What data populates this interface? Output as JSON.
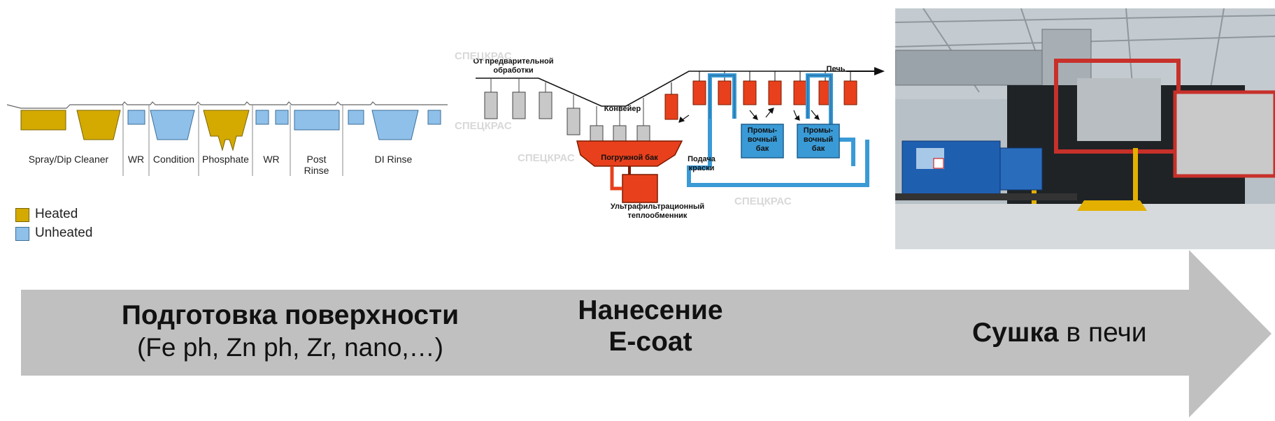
{
  "pretreatment": {
    "stages": [
      {
        "label": "Spray/Dip Cleaner",
        "lines": [
          "Spray/Dip Cleaner"
        ]
      },
      {
        "label": "WR",
        "lines": [
          "WR"
        ]
      },
      {
        "label": "Condition",
        "lines": [
          "Condition"
        ]
      },
      {
        "label": "Phosphate",
        "lines": [
          "Phosphate"
        ]
      },
      {
        "label": "WR",
        "lines": [
          "WR"
        ]
      },
      {
        "label": "Post Rinse",
        "lines": [
          "Post",
          "Rinse"
        ]
      },
      {
        "label": "DI Rinse",
        "lines": [
          "DI Rinse"
        ]
      }
    ],
    "legend": [
      {
        "label": "Heated",
        "color": "#d4aa00"
      },
      {
        "label": "Unheated",
        "color": "#8ec0ea"
      }
    ]
  },
  "ecoat_diagram": {
    "from_pretreatment": [
      "От предварительной",
      "обработки"
    ],
    "conveyor": "Конвейер",
    "oven": "Печь",
    "dip_tank": "Погружной бак",
    "paint_supply": [
      "Подача",
      "краски"
    ],
    "rinse_tank_1": [
      "Промы-",
      "вочный",
      "бак"
    ],
    "rinse_tank_2": [
      "Промы-",
      "вочный",
      "бак"
    ],
    "ultrafiltration": [
      "Ультрафильтрационный",
      "теплообменник"
    ],
    "watermark": "СПЕЦКРАС"
  },
  "process_arrow": {
    "step1_title": "Подготовка поверхности",
    "step1_sub": "(Fe ph, Zn ph, Zr, nano,…)",
    "step2_line1": "Нанесение",
    "step2_line2": "E-coat",
    "step3_bold": "Сушка",
    "step3_rest": "в печи"
  },
  "colors": {
    "heated": "#d4aa00",
    "unheated": "#8ec0ea",
    "tank_red": "#e8401c",
    "arrow_gray": "#c0c0c0"
  }
}
